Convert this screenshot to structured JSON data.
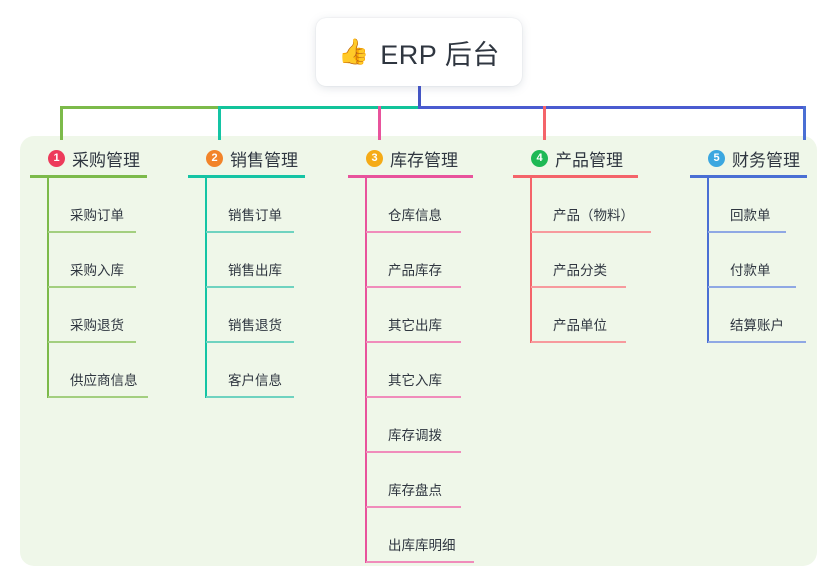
{
  "root": {
    "emoji": "👍",
    "emoji_name": "thumbs-up-icon",
    "title": "ERP 后台"
  },
  "panel": {
    "background": "#eff7e9"
  },
  "connectors": {
    "trunk_color": "#4455c4",
    "bus_segments": [
      {
        "name": "bus-green",
        "color": "#7cba4a"
      },
      {
        "name": "bus-teal",
        "color": "#12c39a"
      },
      {
        "name": "bus-blue",
        "color": "#4a5bd0"
      }
    ]
  },
  "branches": [
    {
      "number": "1",
      "title": "采购管理",
      "badge_color": "#ed3b5b",
      "line_color": "#7cba4a",
      "drop_color": "#7cba4a",
      "items": [
        "采购订单",
        "采购入库",
        "采购退货",
        "供应商信息"
      ]
    },
    {
      "number": "2",
      "title": "销售管理",
      "badge_color": "#f2842a",
      "line_color": "#14c4a4",
      "drop_color": "#14c4a4",
      "items": [
        "销售订单",
        "销售出库",
        "销售退货",
        "客户信息"
      ]
    },
    {
      "number": "3",
      "title": "库存管理",
      "badge_color": "#f5ab17",
      "line_color": "#e8539c",
      "drop_color": "#e8539c",
      "items": [
        "仓库信息",
        "产品库存",
        "其它出库",
        "其它入库",
        "库存调拨",
        "库存盘点",
        "出库库明细"
      ]
    },
    {
      "number": "4",
      "title": "产品管理",
      "badge_color": "#1eb955",
      "line_color": "#f4646a",
      "drop_color": "#f4646a",
      "items": [
        "产品（物料）",
        "产品分类",
        "产品单位"
      ]
    },
    {
      "number": "5",
      "title": "财务管理",
      "badge_color": "#3ba7e0",
      "line_color": "#4a6fd4",
      "drop_color": "#4a6fd4",
      "items": [
        "回款单",
        "付款单",
        "结算账户"
      ]
    }
  ]
}
